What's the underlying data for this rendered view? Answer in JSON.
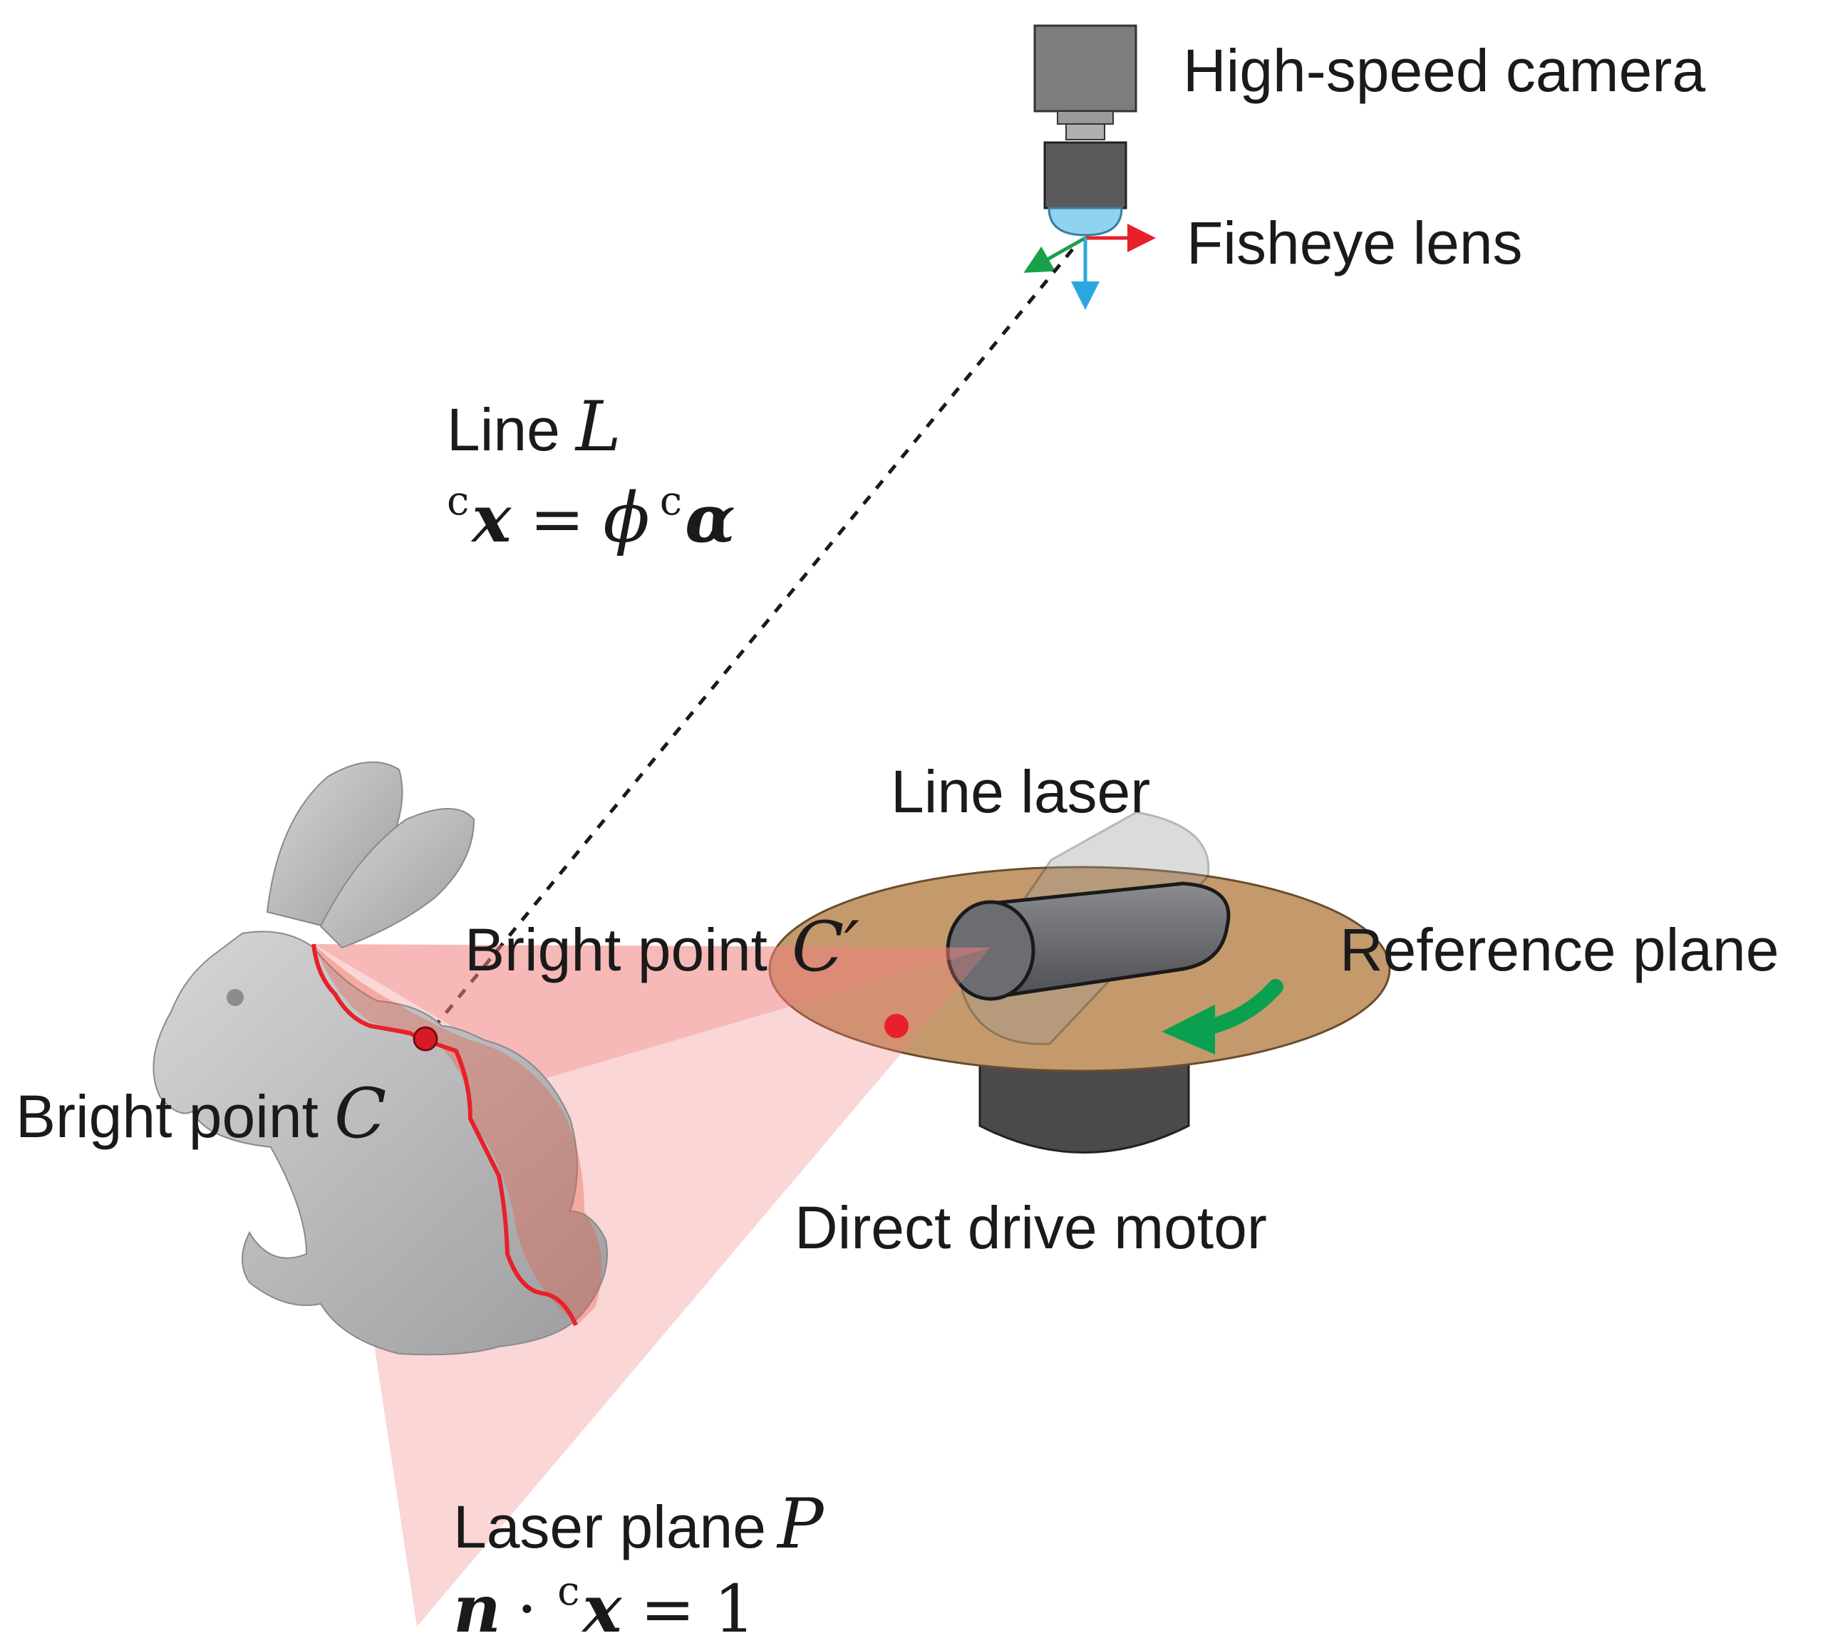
{
  "labels": {
    "camera": "High-speed camera",
    "fisheye": "Fisheye lens",
    "line_l_text": "Line",
    "line_l_symbol": "L",
    "line_laser": "Line laser",
    "bright_point_c_prime_text": "Bright point",
    "bright_point_c_prime_symbol": "C′",
    "reference_plane": "Reference plane",
    "bright_point_c_text": "Bright point",
    "bright_point_c_symbol": "C",
    "motor": "Direct drive motor",
    "laser_plane_text": "Laser plane",
    "laser_plane_symbol": "P"
  },
  "equations": {
    "line_eq": {
      "sup1": "c",
      "x": "x",
      "equals": "=",
      "phi": "ϕ",
      "sup2": "c",
      "alpha": "α"
    },
    "plane_eq": {
      "n": "n",
      "dot": "·",
      "sup": "c",
      "x": "x",
      "equals": "=",
      "one": "1"
    }
  },
  "colors": {
    "laser_red": "#e8202a",
    "laser_plane_fill": "#f08080",
    "reference_plane": "#c49a6c",
    "bunny_gray": "#c8c8ca",
    "camera_body": "#7d7d7d",
    "lens_blue": "#8fd3f0",
    "axis_red": "#e8202a",
    "axis_green": "#1aa04a",
    "axis_blue": "#29a8e0",
    "rotation_arrow": "#0aa050",
    "motor_dark": "#4a4a4c"
  }
}
